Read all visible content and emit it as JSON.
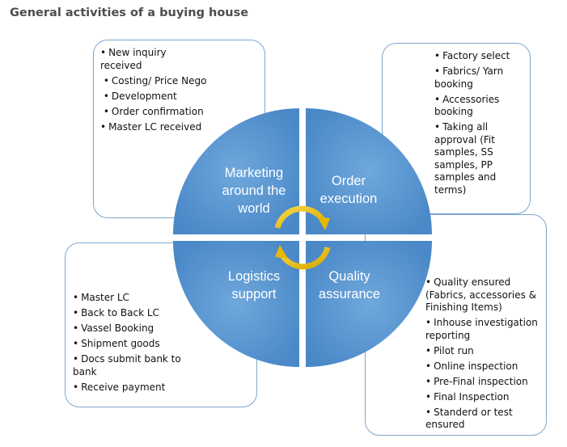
{
  "title": "General activities of a buying house",
  "colors": {
    "quadrant_fill": "#5b9bd5",
    "quadrant_fill_dark": "#3f7fc0",
    "box_border": "#7ea6cf",
    "cycle_arrow": "#f2c200"
  },
  "quadrants": {
    "top_left": "Marketing around the world",
    "top_right": "Order execution",
    "bottom_left": "Logistics support",
    "bottom_right": "Quality assurance"
  },
  "boxes": {
    "top_left": {
      "items": [
        "New inquiry received",
        "Costing/ Price Nego",
        "Development",
        "Order confirmation",
        "Master LC received"
      ]
    },
    "top_right": {
      "items": [
        "Factory select",
        "Fabrics/ Yarn booking",
        "Accessories booking",
        "Taking all approval (Fit samples, SS samples, PP samples and terms)"
      ]
    },
    "bottom_left": {
      "items": [
        "Master LC",
        "Back to Back LC",
        "Vassel Booking",
        "Shipment goods",
        "Docs submit bank to bank",
        "Receive payment"
      ]
    },
    "bottom_right": {
      "items": [
        "Quality ensured (Fabrics, accessories & Finishing Items)",
        "Inhouse investigation reporting",
        "Pilot run",
        "Online inspection",
        "Pre-Final inspection",
        "Final Inspection",
        "Standerd or test ensured"
      ]
    }
  }
}
